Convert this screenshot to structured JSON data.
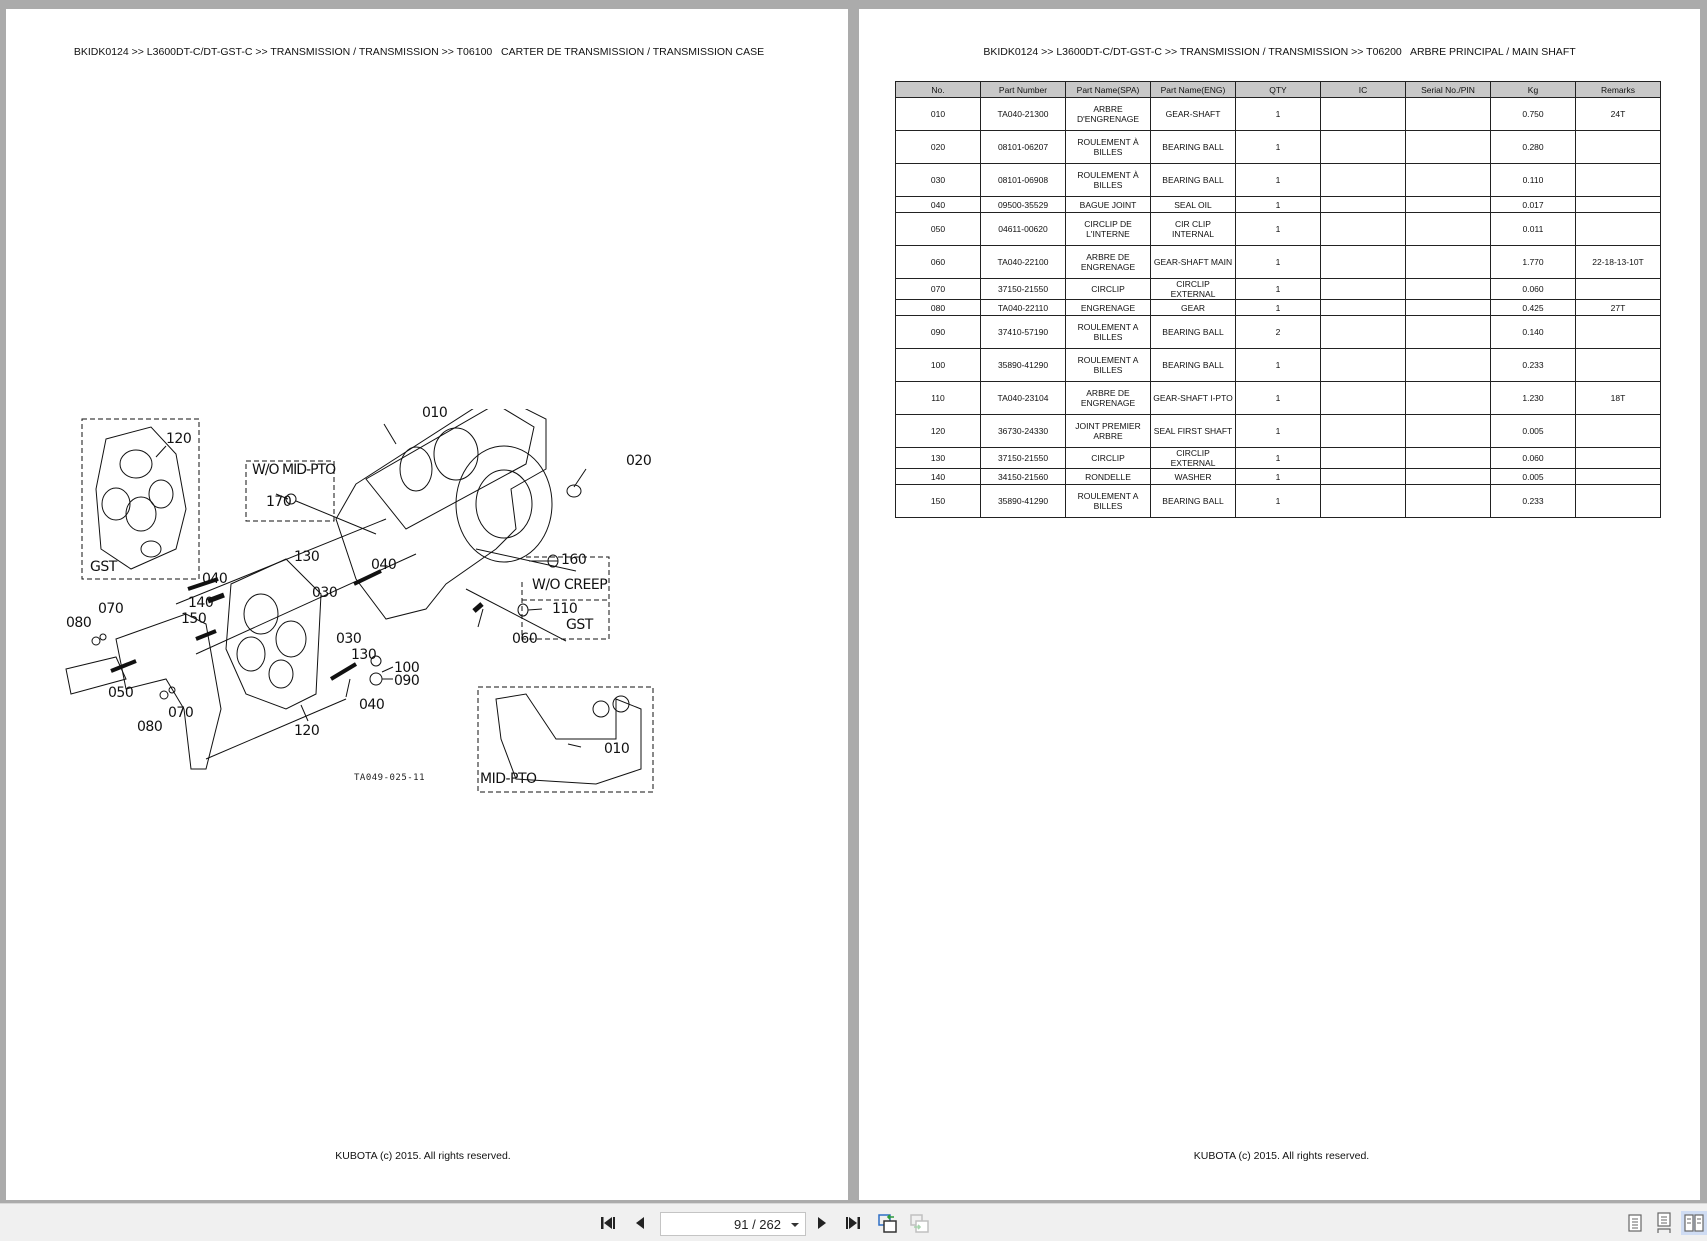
{
  "left_page": {
    "header": "BKIDK0124 >> L3600DT-C/DT-GST-C >> TRANSMISSION / TRANSMISSION >> T06100   CARTER DE TRANSMISSION / TRANSMISSION CASE",
    "footer": "KUBOTA (c) 2015. All rights reserved.",
    "diagram": {
      "reference": "TA049-025-11",
      "callouts": {
        "c010_top": "010",
        "c020": "020",
        "c120_gst": "120",
        "wo_mid_pto": "W/O MID-PTO",
        "c170": "170",
        "gst_top": "GST",
        "c040_a": "040",
        "c130_a": "130",
        "c040_b": "040",
        "c030_a": "030",
        "c160": "160",
        "wo_creep": "W/O CREEP",
        "c110": "110",
        "gst_creep": "GST",
        "c060": "060",
        "c140": "140",
        "c150": "150",
        "c070_a": "070",
        "c080_a": "080",
        "c030_b": "030",
        "c130_b": "130",
        "c100": "100",
        "c090": "090",
        "c050": "050",
        "c070_b": "070",
        "c080_b": "080",
        "c040_c": "040",
        "c120_b": "120",
        "c010_mid": "010",
        "mid_pto": "MID-PTO"
      }
    }
  },
  "right_page": {
    "header": "BKIDK0124 >> L3600DT-C/DT-GST-C >> TRANSMISSION / TRANSMISSION >> T06200   ARBRE PRINCIPAL / MAIN SHAFT",
    "footer": "KUBOTA (c) 2015. All rights reserved.",
    "table": {
      "columns": [
        "No.",
        "Part Number",
        "Part Name(SPA)",
        "Part Name(ENG)",
        "QTY",
        "IC",
        "Serial No./PIN",
        "Kg",
        "Remarks"
      ],
      "rows": [
        {
          "no": "010",
          "part_number": "TA040-21300",
          "name_spa": "ARBRE D'ENGRENAGE",
          "name_eng": "GEAR-SHAFT",
          "qty": "1",
          "ic": "",
          "serial": "",
          "kg": "0.750",
          "remarks": "24T"
        },
        {
          "no": "020",
          "part_number": "08101-06207",
          "name_spa": "ROULEMENT À BILLES",
          "name_eng": "BEARING BALL",
          "qty": "1",
          "ic": "",
          "serial": "",
          "kg": "0.280",
          "remarks": ""
        },
        {
          "no": "030",
          "part_number": "08101-06908",
          "name_spa": "ROULEMENT À BILLES",
          "name_eng": "BEARING BALL",
          "qty": "1",
          "ic": "",
          "serial": "",
          "kg": "0.110",
          "remarks": ""
        },
        {
          "no": "040",
          "part_number": "09500-35529",
          "name_spa": "BAGUE JOINT",
          "name_eng": "SEAL OIL",
          "qty": "1",
          "ic": "",
          "serial": "",
          "kg": "0.017",
          "remarks": ""
        },
        {
          "no": "050",
          "part_number": "04611-00620",
          "name_spa": "CIRCLIP DE L'INTERNE",
          "name_eng": "CIR CLIP INTERNAL",
          "qty": "1",
          "ic": "",
          "serial": "",
          "kg": "0.011",
          "remarks": ""
        },
        {
          "no": "060",
          "part_number": "TA040-22100",
          "name_spa": "ARBRE DE ENGRENAGE",
          "name_eng": "GEAR-SHAFT MAIN",
          "qty": "1",
          "ic": "",
          "serial": "",
          "kg": "1.770",
          "remarks": "22-18-13-10T"
        },
        {
          "no": "070",
          "part_number": "37150-21550",
          "name_spa": "CIRCLIP",
          "name_eng": "CIRCLIP EXTERNAL",
          "qty": "1",
          "ic": "",
          "serial": "",
          "kg": "0.060",
          "remarks": ""
        },
        {
          "no": "080",
          "part_number": "TA040-22110",
          "name_spa": "ENGRENAGE",
          "name_eng": "GEAR",
          "qty": "1",
          "ic": "",
          "serial": "",
          "kg": "0.425",
          "remarks": "27T"
        },
        {
          "no": "090",
          "part_number": "37410-57190",
          "name_spa": "ROULEMENT A BILLES",
          "name_eng": "BEARING BALL",
          "qty": "2",
          "ic": "",
          "serial": "",
          "kg": "0.140",
          "remarks": ""
        },
        {
          "no": "100",
          "part_number": "35890-41290",
          "name_spa": "ROULEMENT A BILLES",
          "name_eng": "BEARING BALL",
          "qty": "1",
          "ic": "",
          "serial": "",
          "kg": "0.233",
          "remarks": ""
        },
        {
          "no": "110",
          "part_number": "TA040-23104",
          "name_spa": "ARBRE DE ENGRENAGE",
          "name_eng": "GEAR-SHAFT I-PTO",
          "qty": "1",
          "ic": "",
          "serial": "",
          "kg": "1.230",
          "remarks": "18T"
        },
        {
          "no": "120",
          "part_number": "36730-24330",
          "name_spa": "JOINT PREMIER ARBRE",
          "name_eng": "SEAL FIRST SHAFT",
          "qty": "1",
          "ic": "",
          "serial": "",
          "kg": "0.005",
          "remarks": ""
        },
        {
          "no": "130",
          "part_number": "37150-21550",
          "name_spa": "CIRCLIP",
          "name_eng": "CIRCLIP EXTERNAL",
          "qty": "1",
          "ic": "",
          "serial": "",
          "kg": "0.060",
          "remarks": ""
        },
        {
          "no": "140",
          "part_number": "34150-21560",
          "name_spa": "RONDELLE",
          "name_eng": "WASHER",
          "qty": "1",
          "ic": "",
          "serial": "",
          "kg": "0.005",
          "remarks": ""
        },
        {
          "no": "150",
          "part_number": "35890-41290",
          "name_spa": "ROULEMENT A BILLES",
          "name_eng": "BEARING BALL",
          "qty": "1",
          "ic": "",
          "serial": "",
          "kg": "0.233",
          "remarks": ""
        }
      ]
    }
  },
  "toolbar": {
    "page_indicator": "91 / 262",
    "icons": {
      "first": "first-page-icon",
      "prev": "previous-page-icon",
      "next": "next-page-icon",
      "last": "last-page-icon",
      "back": "previous-view-icon",
      "forward": "next-view-icon",
      "single": "single-page-view-icon",
      "continuous": "continuous-view-icon",
      "facing": "facing-pages-view-icon"
    },
    "accent_color": "#2f6fc6"
  }
}
